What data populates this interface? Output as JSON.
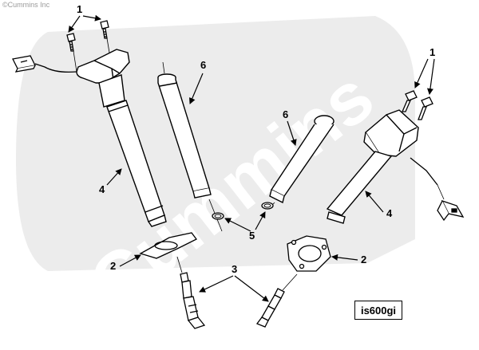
{
  "copyright": "©Cummins Inc",
  "watermark": "Cummins",
  "figure_id": "is600gi",
  "callouts": {
    "c1_left": "1",
    "c1_right": "1",
    "c2_left": "2",
    "c2_right": "2",
    "c3": "3",
    "c4_left": "4",
    "c4_right": "4",
    "c5": "5",
    "c6_left": "6",
    "c6_right": "6"
  }
}
